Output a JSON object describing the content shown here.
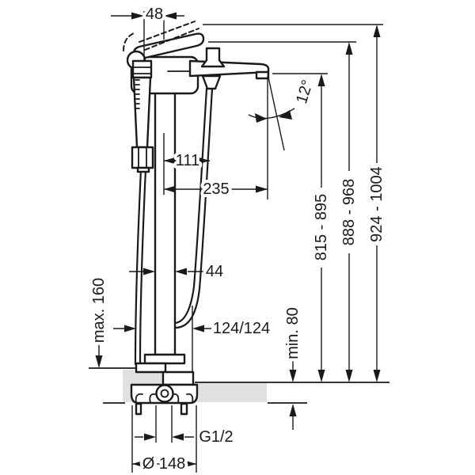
{
  "colors": {
    "ink": "#1a1a1a",
    "floor": "#e1e1e1",
    "background": "#ffffff"
  },
  "dims": {
    "offset_48": "48",
    "offset_111": "111",
    "reach_235": "235",
    "angle_12": "12°",
    "width_44": "44",
    "hose_124": "124/124",
    "max_160": "max. 160",
    "min_80": "min. 80",
    "height_815_895": "815 - 895",
    "height_888_968": "888 - 968",
    "height_924_1004": "924 - 1004",
    "thread_g12": "G1/2",
    "diameter_148": "Ø 148"
  }
}
